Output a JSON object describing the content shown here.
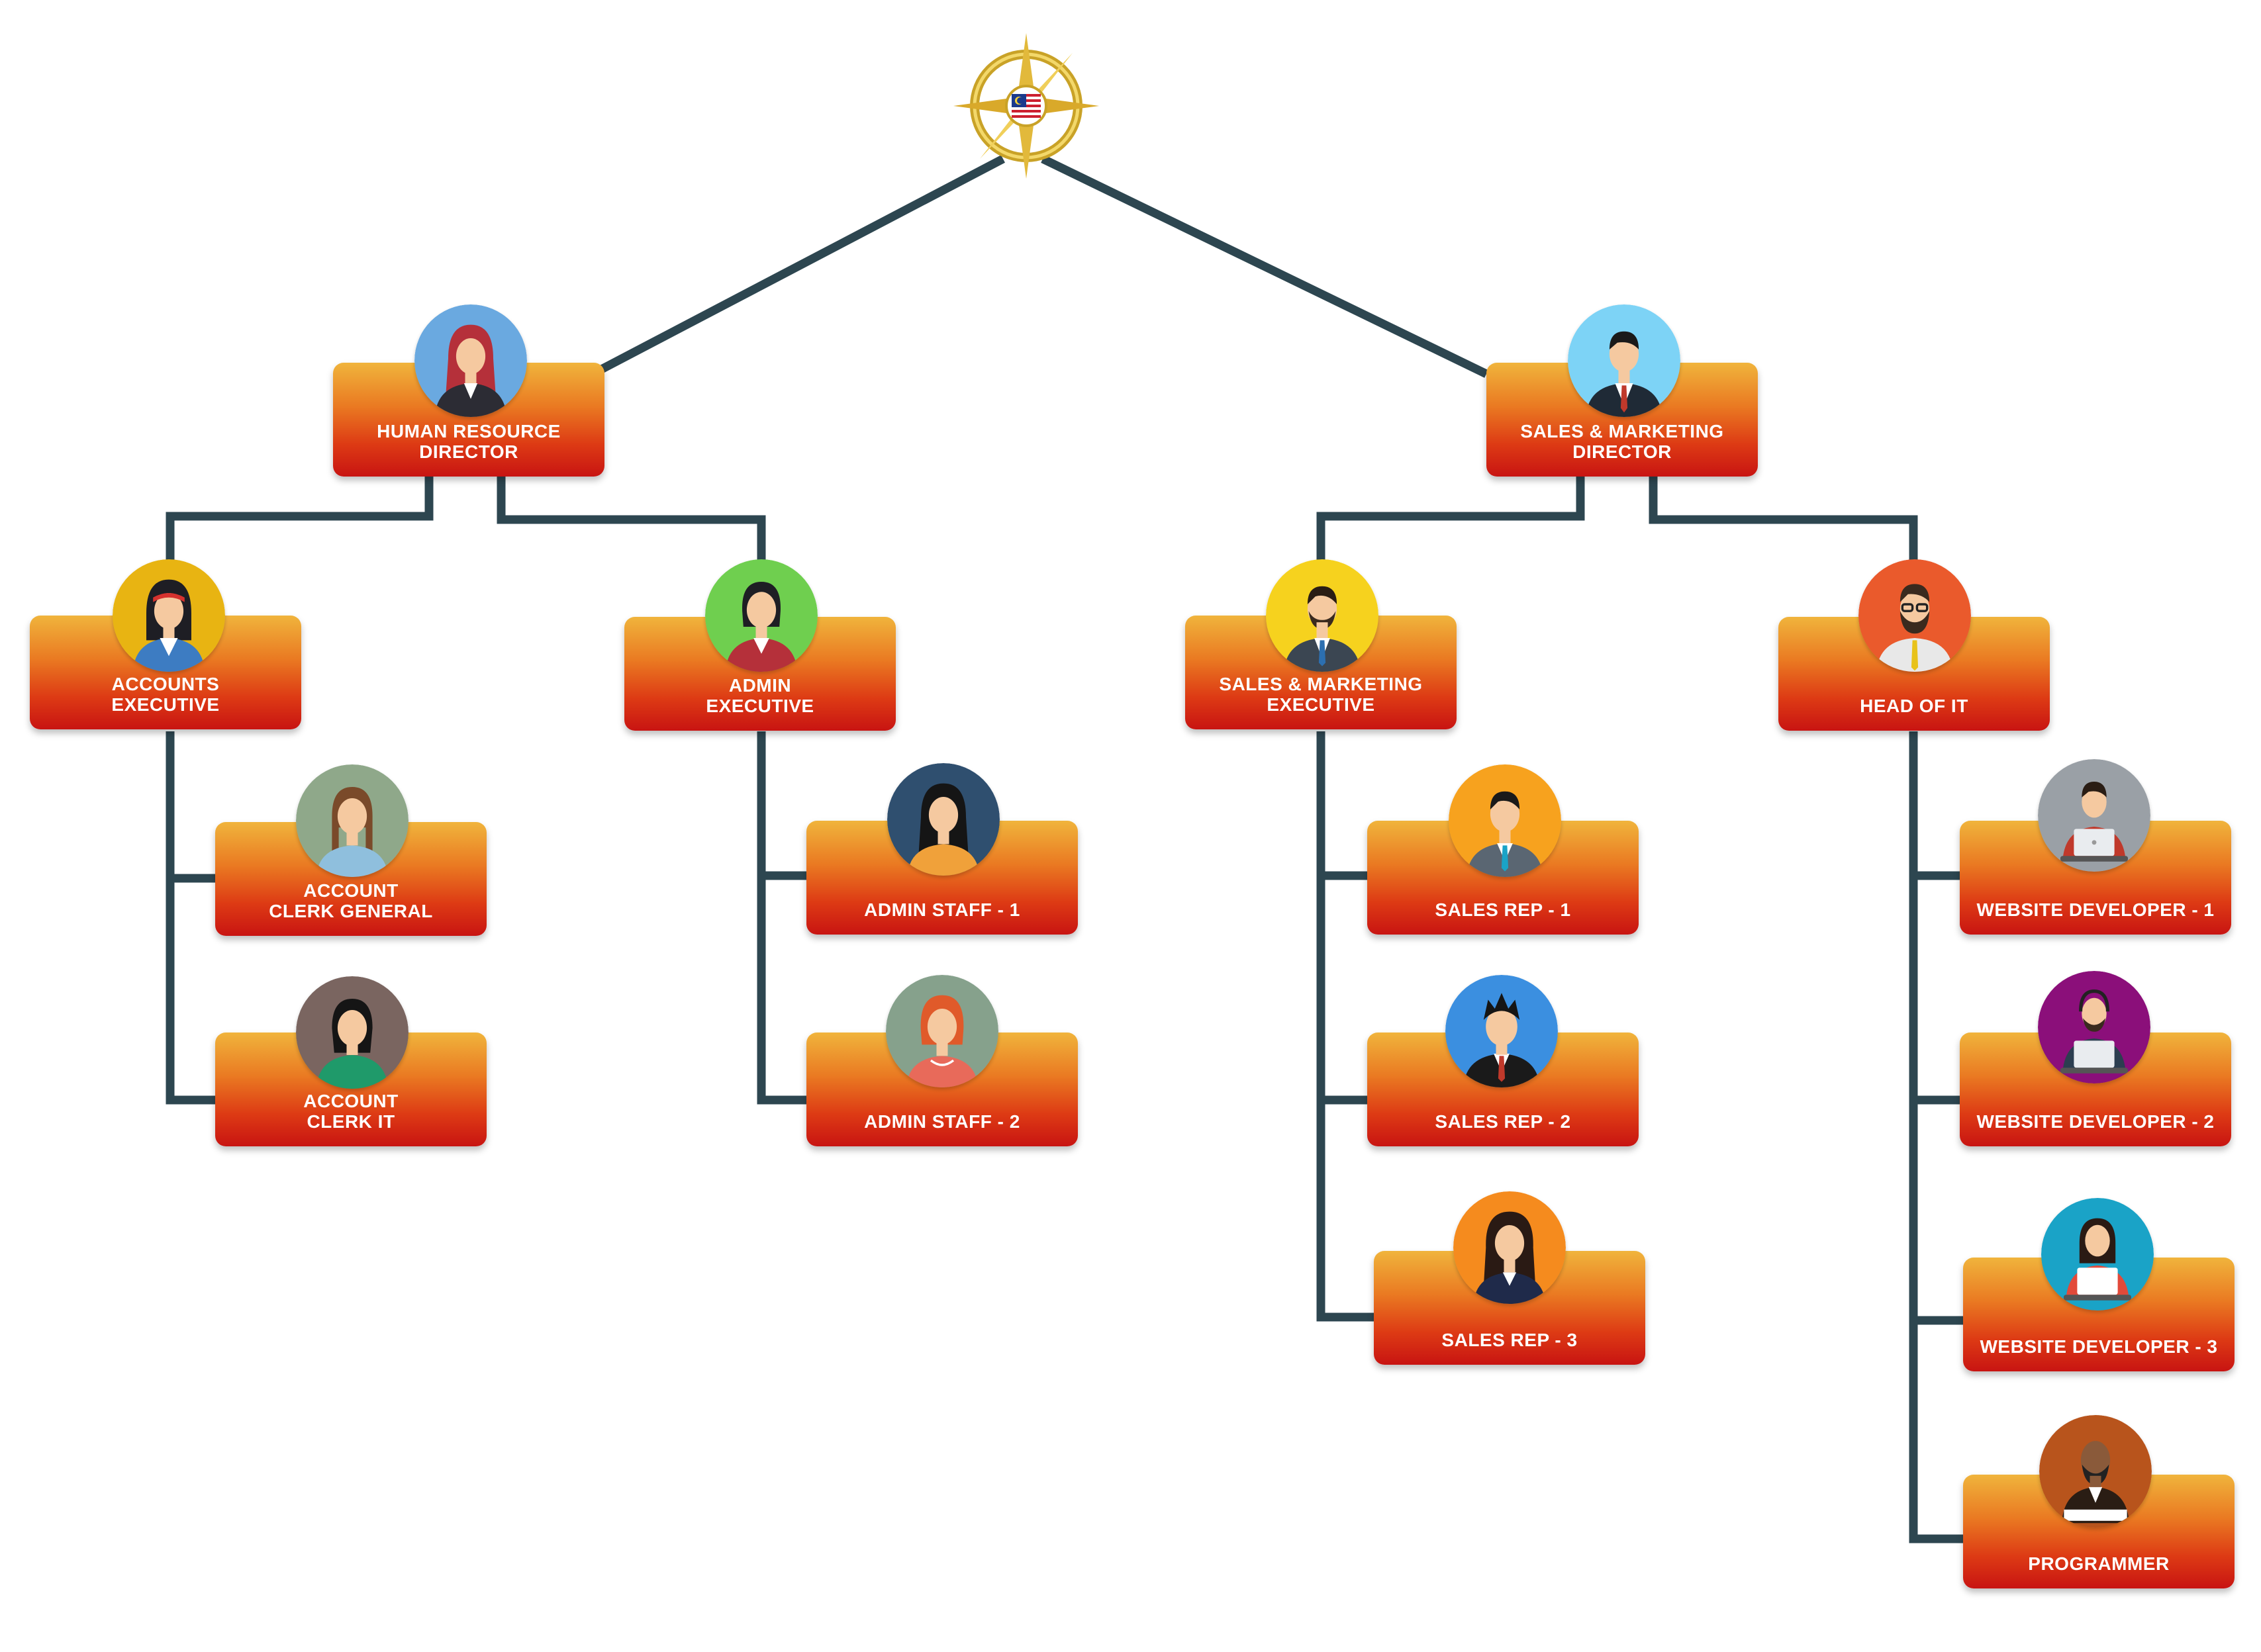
{
  "root": {
    "icon": "compass-emblem-icon"
  },
  "directors": {
    "hr": {
      "label": "HUMAN RESOURCE\nDIRECTOR",
      "avatar_bg": "#6aa9e0",
      "icon": "woman-executive-icon"
    },
    "sales": {
      "label": "SALES & MARKETING\nDIRECTOR",
      "avatar_bg": "#7dd3f6",
      "icon": "man-executive-icon"
    }
  },
  "managers": {
    "accounts": {
      "label": "ACCOUNTS\nEXECUTIVE",
      "avatar_bg": "#e8b412",
      "icon": "woman-headband-icon"
    },
    "admin": {
      "label": "ADMIN\nEXECUTIVE",
      "avatar_bg": "#6fcf4f",
      "icon": "woman-blazer-icon"
    },
    "sales_exec": {
      "label": "SALES & MARKETING\nEXECUTIVE",
      "avatar_bg": "#f6d21e",
      "icon": "man-beard-suit-icon"
    },
    "it": {
      "label": "HEAD OF IT",
      "avatar_bg": "#ea5a2c",
      "icon": "man-glasses-beard-icon"
    }
  },
  "staff": {
    "account_clerk_general": {
      "label": "ACCOUNT\nCLERK GENERAL",
      "avatar_bg": "#8fa88a",
      "icon": "woman-braids-icon"
    },
    "account_clerk_it": {
      "label": "ACCOUNT\nCLERK IT",
      "avatar_bg": "#7a6560",
      "icon": "woman-dark-hair-icon"
    },
    "admin_staff_1": {
      "label": "ADMIN STAFF - 1",
      "avatar_bg": "#2f4f6f",
      "icon": "woman-long-hair-icon"
    },
    "admin_staff_2": {
      "label": "ADMIN STAFF  - 2",
      "avatar_bg": "#86a18c",
      "icon": "woman-red-hair-icon"
    },
    "sales_rep_1": {
      "label": "SALES REP - 1",
      "avatar_bg": "#f7a21e",
      "icon": "man-suit-icon"
    },
    "sales_rep_2": {
      "label": "SALES REP - 2",
      "avatar_bg": "#3b8fe0",
      "icon": "man-spiky-hair-icon"
    },
    "sales_rep_3": {
      "label": "SALES REP - 3",
      "avatar_bg": "#f58b1e",
      "icon": "woman-suit-icon"
    },
    "web_dev_1": {
      "label": "WEBSITE DEVELOPER - 1",
      "avatar_bg": "#9aa0a6",
      "icon": "man-laptop-icon"
    },
    "web_dev_2": {
      "label": "WEBSITE DEVELOPER - 2",
      "avatar_bg": "#8b0f7a",
      "icon": "man-headset-laptop-icon"
    },
    "web_dev_3": {
      "label": "WEBSITE DEVELOPER - 3",
      "avatar_bg": "#1aa3c7",
      "icon": "woman-laptop-icon"
    },
    "programmer": {
      "label": "PROGRAMMER",
      "avatar_bg": "#b8541c",
      "icon": "man-bald-beard-icon"
    }
  },
  "colors": {
    "connector": "#2d4650",
    "box_top": "#f0b43c",
    "box_bottom": "#c81412",
    "label_text": "#ffffff",
    "skin": "#f5c9a0",
    "suit": "#2c3e50"
  }
}
